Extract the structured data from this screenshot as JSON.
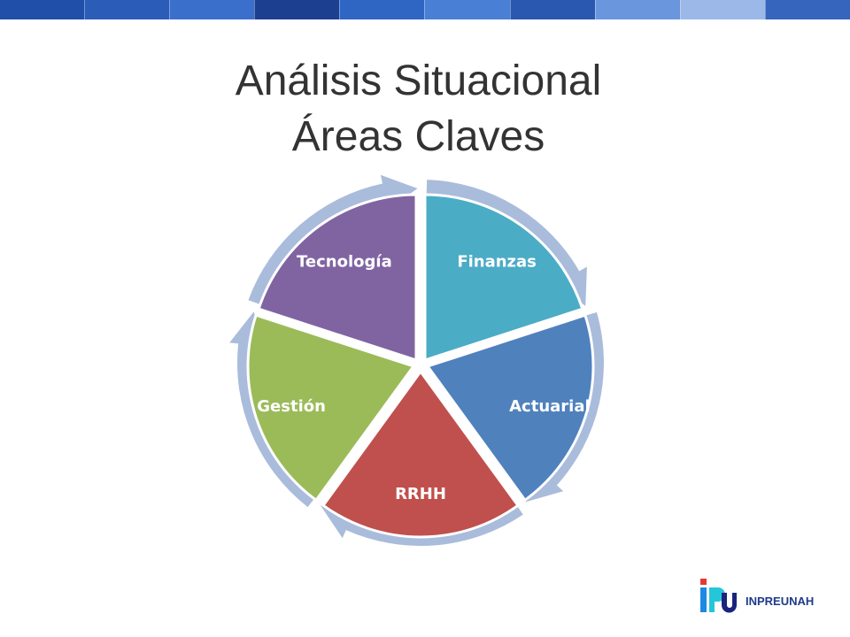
{
  "slide": {
    "title_line1": "Análisis Situacional",
    "title_line2": "Áreas Claves"
  },
  "header_band": {
    "colors": [
      "#1f4fa8",
      "#2b5cb8",
      "#3a6fcc",
      "#1d3f8f",
      "#2f66c4",
      "#4a7fd6",
      "#2a58b0",
      "#6a96de",
      "#9bb8e8",
      "#3565bd"
    ]
  },
  "cycle": {
    "segments": [
      {
        "label": "Finanzas",
        "color": "#4bacc6"
      },
      {
        "label": "Actuarial",
        "color": "#4f81bd"
      },
      {
        "label": "RRHH",
        "color": "#c0504d"
      },
      {
        "label": "Gestión",
        "color": "#9bbb59"
      },
      {
        "label": "Tecnología",
        "color": "#8064a2"
      }
    ],
    "arrow_color": "#aabcdb"
  },
  "footer": {
    "org_name": "INPREUNAH",
    "logo_icon": "ipu-logo-icon"
  }
}
